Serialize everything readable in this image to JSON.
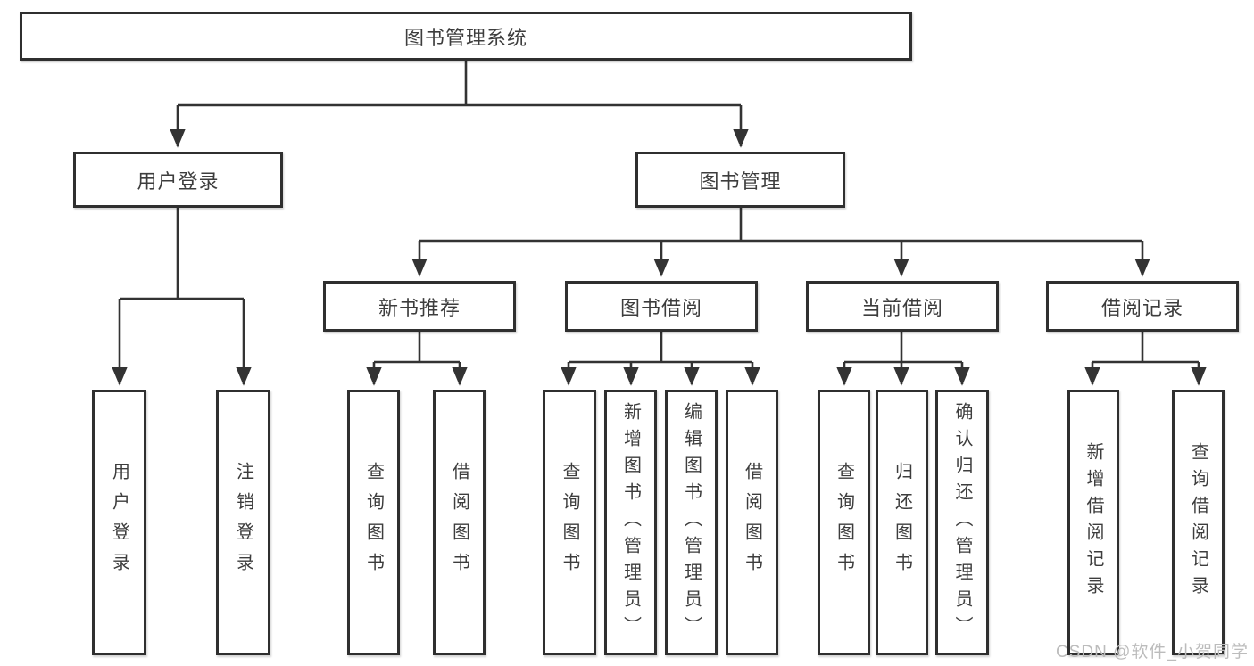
{
  "title": "图书管理系统",
  "watermark": "CSDN @软件_小贺同学",
  "colors": {
    "line": "#333333",
    "box_border": "#2f2f2f",
    "text": "#3d3d3d",
    "background": "#ffffff",
    "watermark_text": "#bcbcbc"
  },
  "nodes": {
    "root": "图书管理系统",
    "l2": [
      "用户登录",
      "图书管理"
    ],
    "l3": [
      "新书推荐",
      "图书借阅",
      "当前借阅",
      "借阅记录"
    ],
    "leaves_login": [
      "用户登录",
      "注销登录"
    ],
    "leaves_newbook": [
      "查询图书",
      "借阅图书"
    ],
    "leaves_borrow": [
      "查询图书",
      "新增图书（管理员）",
      "编辑图书（管理员）",
      "借阅图书"
    ],
    "leaves_current": [
      "查询图书",
      "归还图书",
      "确认归还（管理员）"
    ],
    "leaves_records": [
      "新增借阅记录",
      "查询借阅记录"
    ]
  },
  "hierarchy": {
    "图书管理系统": {
      "用户登录": [
        "用户登录",
        "注销登录"
      ],
      "图书管理": {
        "新书推荐": [
          "查询图书",
          "借阅图书"
        ],
        "图书借阅": [
          "查询图书",
          "新增图书（管理员）",
          "编辑图书（管理员）",
          "借阅图书"
        ],
        "当前借阅": [
          "查询图书",
          "归还图书",
          "确认归还（管理员）"
        ],
        "借阅记录": [
          "新增借阅记录",
          "查询借阅记录"
        ]
      }
    }
  }
}
